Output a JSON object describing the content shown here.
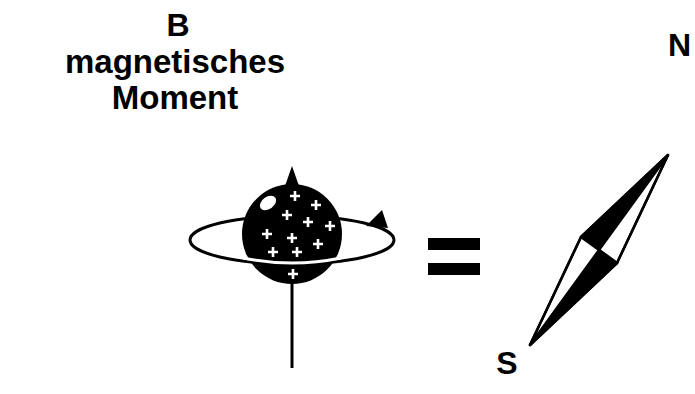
{
  "diagram": {
    "labels": [
      "B",
      "magnetisches Moment",
      "N",
      "S"
    ]
  }
}
